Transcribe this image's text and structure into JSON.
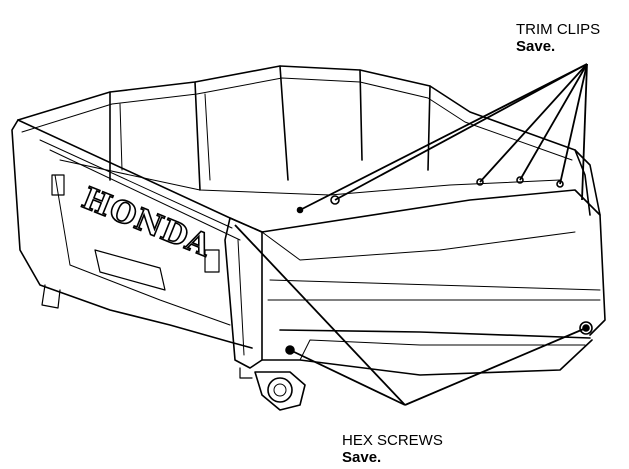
{
  "callouts": {
    "trim_clips": {
      "label": "TRIM CLIPS",
      "action": "Save."
    },
    "hex_screws": {
      "label": "HEX SCREWS",
      "action": "Save."
    }
  },
  "brand_logo": "HONDA",
  "colors": {
    "line": "#000000",
    "background": "#ffffff"
  }
}
